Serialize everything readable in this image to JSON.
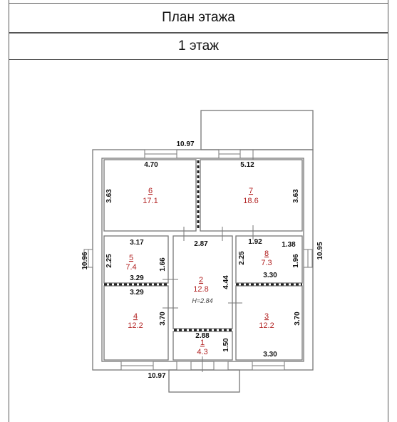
{
  "header": {
    "title": "План этажа",
    "floor": "1 этаж"
  },
  "overall": {
    "top": "10.97",
    "bottom": "10.97",
    "left": "10.96",
    "right": "10.95"
  },
  "rooms": [
    {
      "number": "6",
      "area": "17.1",
      "dims": [
        "4.70",
        "3.63"
      ]
    },
    {
      "number": "7",
      "area": "18.6",
      "dims": [
        "5.12",
        "3.63"
      ]
    },
    {
      "number": "5",
      "area": "7.4",
      "dims": [
        "3.17",
        "2.25",
        "1.66",
        "3.29"
      ]
    },
    {
      "number": "2",
      "area": "12.8",
      "height": "H=2.84",
      "dims": [
        "2.87",
        "4.44"
      ]
    },
    {
      "number": "8",
      "area": "7.3",
      "dims": [
        "1.92",
        "1.38",
        "2.25",
        "1.96",
        "3.30"
      ]
    },
    {
      "number": "4",
      "area": "12.2",
      "dims": [
        "3.29",
        "3.70"
      ]
    },
    {
      "number": "3",
      "area": "12.2",
      "dims": [
        "3.70",
        "3.30"
      ]
    },
    {
      "number": "1",
      "area": "4.3",
      "dims": [
        "2.88",
        "1.50"
      ]
    }
  ]
}
